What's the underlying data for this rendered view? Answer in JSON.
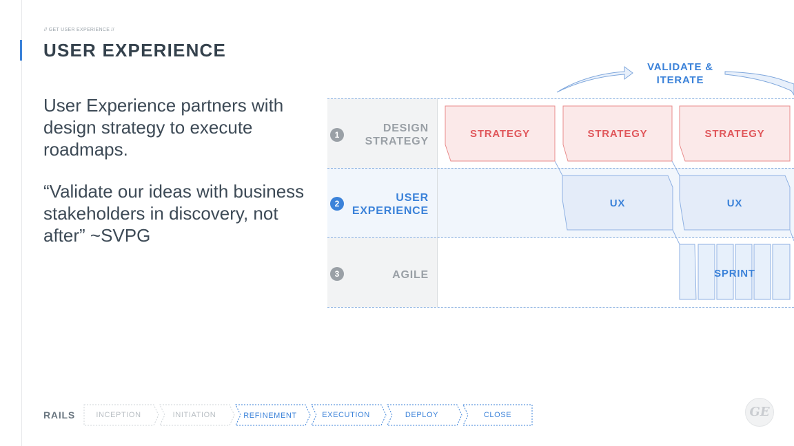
{
  "header": {
    "breadcrumb": "// GET USER EXPERIENCE //",
    "title": "USER EXPERIENCE"
  },
  "body": {
    "paragraph_1": "User Experience partners with design strategy to execute roadmaps.",
    "paragraph_2": "“Validate our ideas with business stakeholders in discovery, not after” ~SVPG"
  },
  "diagram": {
    "loop_label": "VALIDATE & ITERATE",
    "rows": [
      {
        "number": "1",
        "label": "DESIGN STRATEGY",
        "color": "#9aa0a6"
      },
      {
        "number": "2",
        "label": "USER EXPERIENCE",
        "color": "#3b82d9"
      },
      {
        "number": "3",
        "label": "AGILE",
        "color": "#9aa0a6"
      }
    ],
    "strategy_blocks": [
      "STRATEGY",
      "STRATEGY",
      "STRATEGY"
    ],
    "ux_blocks": [
      "UX",
      "UX"
    ],
    "sprint_label": "SPRINT",
    "colors": {
      "strategy_fill": "#fbe9e9",
      "strategy_stroke": "#e98c8c",
      "strategy_text": "#e0575b",
      "ux_fill": "#e4ecf9",
      "ux_stroke": "#8fb1e3",
      "ux_text": "#3b82d9",
      "sprint_fill": "#e7f0fb"
    }
  },
  "rails": {
    "label": "RAILS",
    "steps": [
      {
        "label": "INCEPTION",
        "state": "inactive"
      },
      {
        "label": "INITIATION",
        "state": "inactive"
      },
      {
        "label": "REFINEMENT",
        "state": "active"
      },
      {
        "label": "EXECUTION",
        "state": "active"
      },
      {
        "label": "DEPLOY",
        "state": "active"
      },
      {
        "label": "CLOSE",
        "state": "active"
      }
    ]
  },
  "logo": {
    "text": "GE",
    "icon": "ge-logo-icon"
  }
}
